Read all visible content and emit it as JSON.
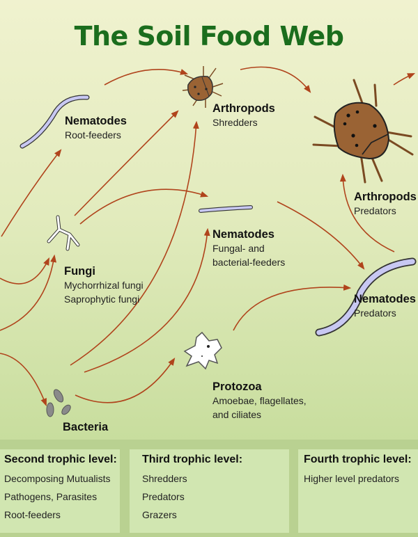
{
  "title": "The Soil Food Web",
  "organisms": {
    "root_nematodes": {
      "name": "Nematodes",
      "desc": [
        "Root-feeders"
      ]
    },
    "shredder_arthropods": {
      "name": "Arthropods",
      "desc": [
        "Shredders"
      ]
    },
    "predator_arthropods": {
      "name": "Arthropods",
      "desc": [
        "Predators"
      ]
    },
    "feeder_nematodes": {
      "name": "Nematodes",
      "desc": [
        "Fungal- and",
        "bacterial-feeders"
      ]
    },
    "fungi": {
      "name": "Fungi",
      "desc": [
        "Mychorrhizal fungi",
        "Saprophytic fungi"
      ]
    },
    "predator_nematodes": {
      "name": "Nematodes",
      "desc": [
        "Predators"
      ]
    },
    "protozoa": {
      "name": "Protozoa",
      "desc": [
        "Amoebae, flagellates,",
        "and ciliates"
      ]
    },
    "bacteria": {
      "name": "Bacteria"
    }
  },
  "trophic_levels": [
    {
      "title": "Second trophic level:",
      "items": [
        "Decomposing Mutualists",
        "Pathogens, Parasites",
        "Root-feeders"
      ]
    },
    {
      "title": "Third trophic level:",
      "items": [
        "Shredders",
        "Predators",
        "Grazers"
      ]
    },
    {
      "title": "Fourth trophic level:",
      "items": [
        "Higher level predators"
      ]
    }
  ],
  "colors": {
    "title": "#1b6d1d",
    "arrow": "#b0441c",
    "arthropod": "#9a6334",
    "nematode": "#c8c8f2",
    "panel": "#d1e6b1",
    "band": "#b9d191"
  }
}
